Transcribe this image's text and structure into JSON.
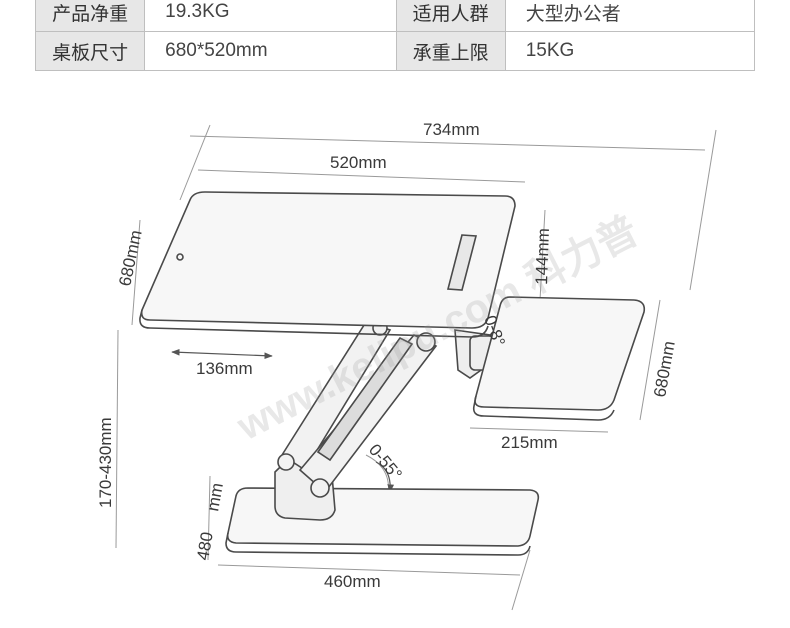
{
  "spec_table": {
    "rows": [
      [
        {
          "label": "产品净重",
          "value": "19.3KG"
        },
        {
          "label": "适用人群",
          "value": "大型办公者"
        }
      ],
      [
        {
          "label": "桌板尺寸",
          "value": "680*520mm"
        },
        {
          "label": "承重上限",
          "value": "15KG"
        }
      ]
    ]
  },
  "dimensions": {
    "overall_width": "734mm",
    "desk_width": "520mm",
    "desk_depth": "680mm",
    "slot_length": "144mm",
    "offset": "136mm",
    "height_range": "170-430mm",
    "keyboard_tray_depth": "680mm",
    "keyboard_tray_width": "215mm",
    "base_depth_num": "480",
    "base_depth_unit": "mm",
    "base_width": "460mm",
    "tilt_angle": "0-55°",
    "tray_tilt": "0-8°"
  },
  "watermark": "www.kelipu.com 科力普"
}
